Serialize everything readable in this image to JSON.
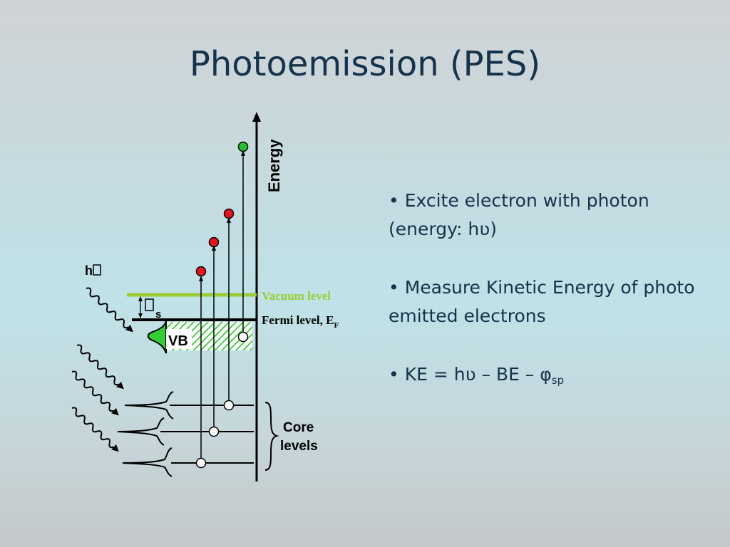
{
  "slide": {
    "title": "Photoemission (PES)"
  },
  "diagram": {
    "energy_axis_label": "Energy",
    "photon_label": "h ",
    "phi_symbol": " ",
    "phi_subscript": "s",
    "vacuum_level_label": "Vacuum level",
    "fermi_level_label": "Fermi level, E",
    "fermi_level_subscript": "F",
    "valence_band_label": "VB",
    "core_levels_label_line1": "Core",
    "core_levels_label_line2": "levels",
    "colors": {
      "vacuum_level": "#9acd32",
      "valence_band": "#33cc33",
      "emitted_electron_red": "#e8141c",
      "emitted_electron_green": "#22c22c"
    }
  },
  "bullets": {
    "item1": "• Excite electron with photon (energy: hʋ)",
    "item2": "• Measure Kinetic Energy of photo emitted electrons",
    "item3_main": "• KE = hʋ – BE – φ",
    "item3_sub": "sp"
  }
}
